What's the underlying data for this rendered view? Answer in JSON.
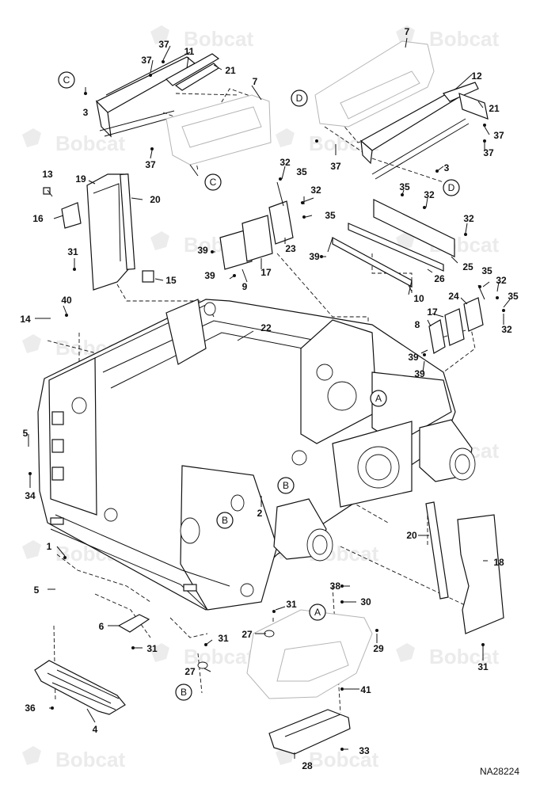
{
  "watermark": {
    "text": "Bobcat"
  },
  "reference": {
    "code": "NA28224"
  },
  "callouts": {
    "c1": "1",
    "c2": "2",
    "c3": "3",
    "c4": "4",
    "c5": "5",
    "c6": "6",
    "c7": "7",
    "c8": "8",
    "c9": "9",
    "c10": "10",
    "c11": "11",
    "c12": "12",
    "c13": "13",
    "c14": "14",
    "c15": "15",
    "c16": "16",
    "c17": "17",
    "c18": "18",
    "c19": "19",
    "c20": "20",
    "c21": "21",
    "c22": "22",
    "c23": "23",
    "c24": "24",
    "c25": "25",
    "c26": "26",
    "c27": "27",
    "c28": "28",
    "c29": "29",
    "c30": "30",
    "c31": "31",
    "c32": "32",
    "c33": "33",
    "c34": "34",
    "c35": "35",
    "c36": "36",
    "c37": "37",
    "c38": "38",
    "c39": "39",
    "c40": "40",
    "c41": "41"
  },
  "views": {
    "A": "A",
    "B": "B",
    "C": "C",
    "D": "D"
  }
}
